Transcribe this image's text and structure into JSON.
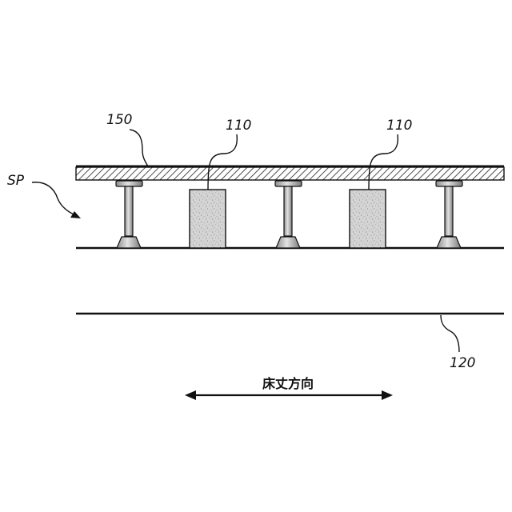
{
  "figure": {
    "labels": {
      "panel_ref": "150",
      "block_ref_left": "110",
      "block_ref_right": "110",
      "space_ref": "SP",
      "base_ref": "120",
      "direction_text": "床丈方向"
    },
    "colors": {
      "line": "#111111",
      "block_fill": "#d4d4d4",
      "pedestal_fill": "#b8b8b8"
    },
    "icons": {
      "direction": "double-headed-arrow-icon",
      "space_pointer": "curved-arrow-icon"
    }
  }
}
